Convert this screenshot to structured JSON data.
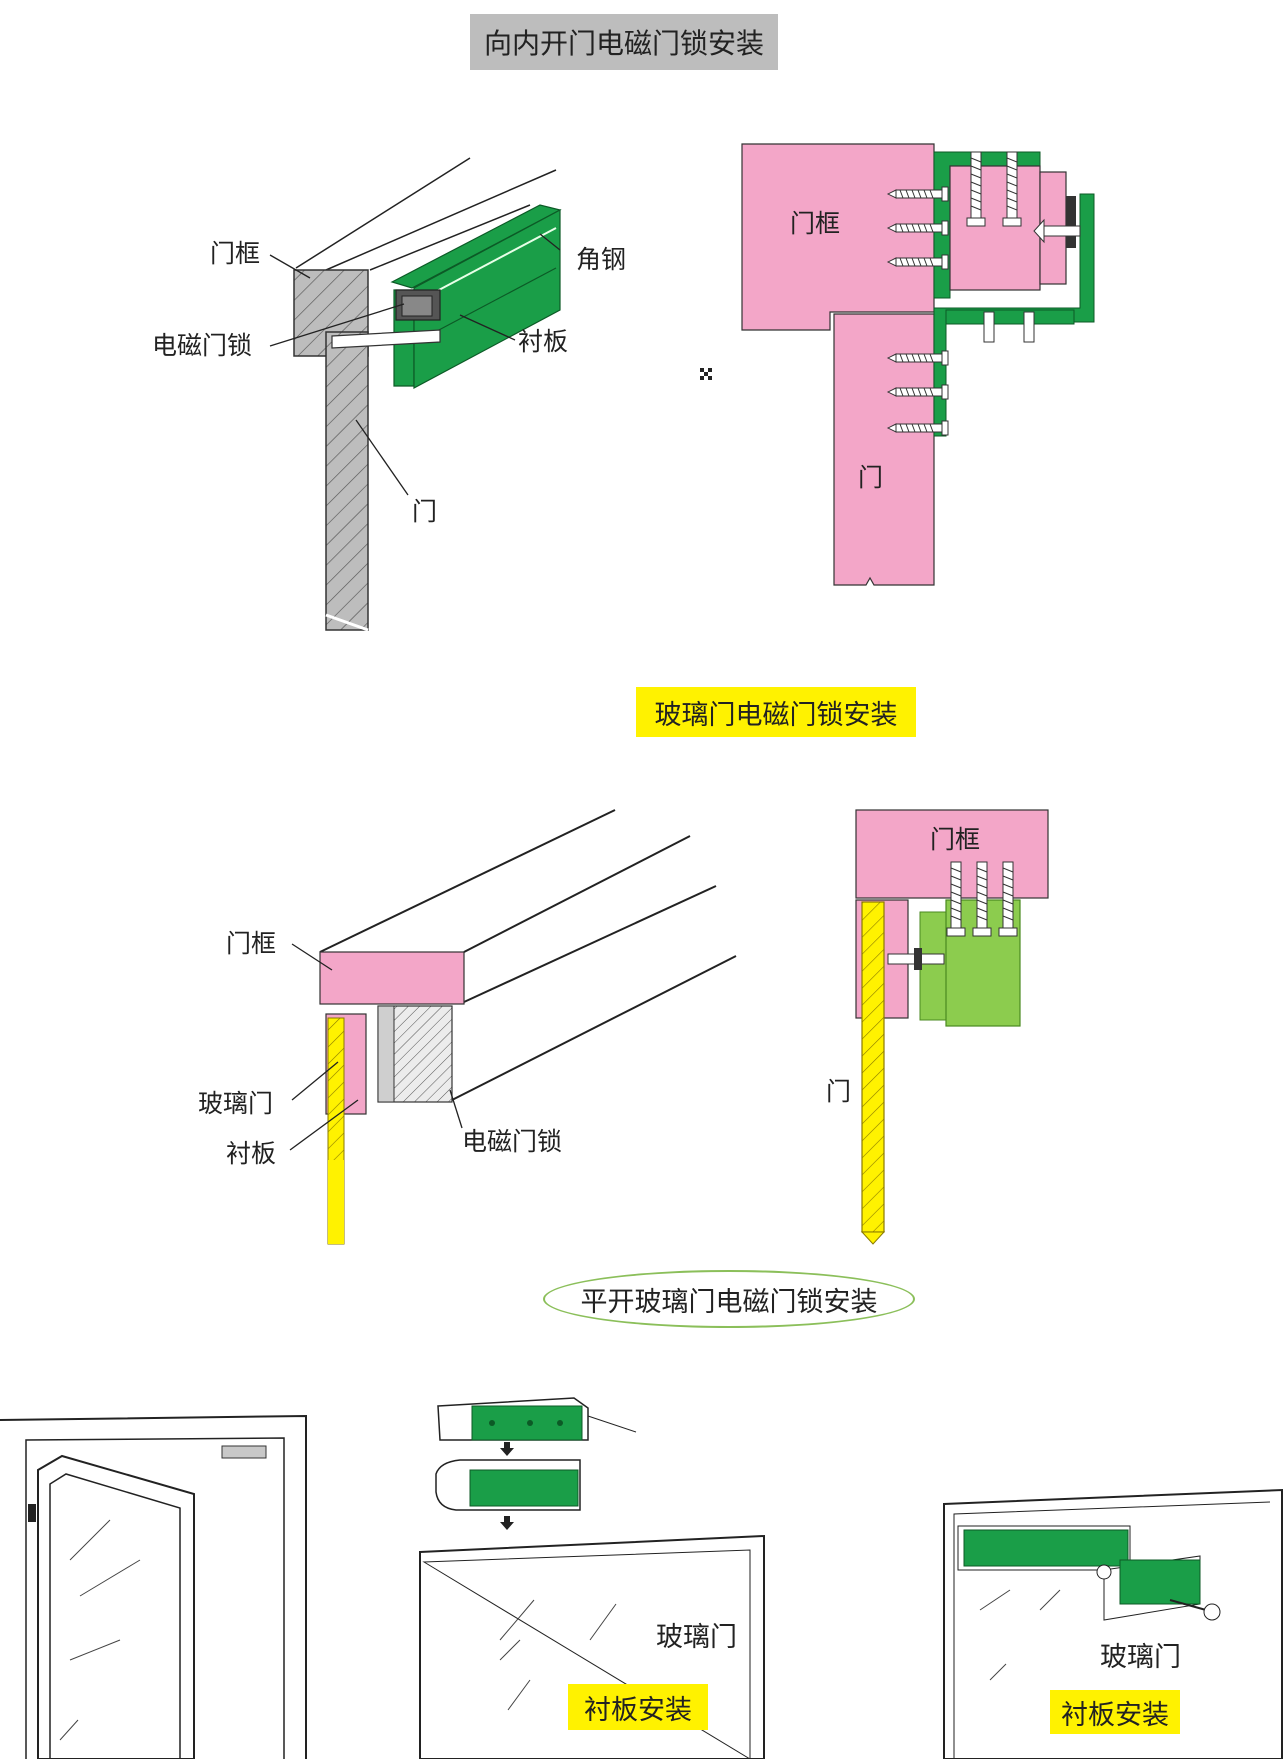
{
  "sections": {
    "inward_door": {
      "title": "向内开门电磁门锁安装"
    },
    "glass_door": {
      "title": "玻璃门电磁门锁安装"
    },
    "swing_glass_door": {
      "title": "平开玻璃门电磁门锁安装"
    }
  },
  "labels": {
    "door_frame": "门框",
    "angle_steel": "角钢",
    "em_lock": "电磁门锁",
    "backing_plate": "衬板",
    "door": "门",
    "glass_door": "玻璃门",
    "backing_plate_install": "衬板安装"
  },
  "colors": {
    "pink": "#f3a6c8",
    "green": "#1a9e48",
    "light_green": "#8ccc4e",
    "gray_hatch": "#b9b9b9",
    "yellow": "#fff200"
  }
}
